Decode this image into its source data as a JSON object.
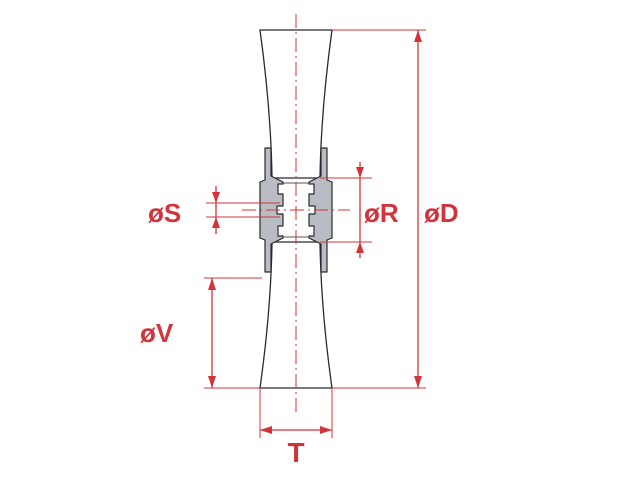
{
  "labels": {
    "S": "øS",
    "R": "øR",
    "D": "øD",
    "V": "øV",
    "T": "T"
  },
  "colors": {
    "dimension": "#d1343b",
    "outline": "#2b2b2b",
    "bushing": "#b9bcc3"
  }
}
